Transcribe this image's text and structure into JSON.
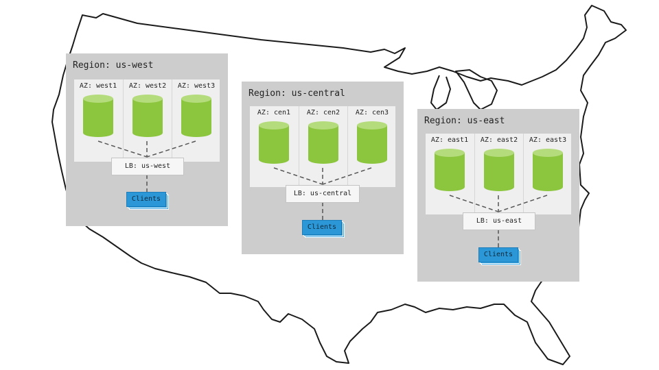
{
  "regions": [
    {
      "title": "Region: us-west",
      "azs": [
        "AZ: west1",
        "AZ: west2",
        "AZ: west3"
      ],
      "lb": "LB: us-west",
      "clients": "Clients"
    },
    {
      "title": "Region: us-central",
      "azs": [
        "AZ: cen1",
        "AZ: cen2",
        "AZ: cen3"
      ],
      "lb": "LB: us-central",
      "clients": "Clients"
    },
    {
      "title": "Region: us-east",
      "azs": [
        "AZ: east1",
        "AZ: east2",
        "AZ: east3"
      ],
      "lb": "LB: us-east",
      "clients": "Clients"
    }
  ],
  "colors": {
    "region_background": "#cdcdcd",
    "az_panel_background": "#efefef",
    "database": "#8cc63f",
    "database_top": "#b5dc7c",
    "clients": "#2b97d6",
    "connector": "#555555",
    "map_outline": "#1a1a1a"
  },
  "icons": {
    "database": "cylinder-database-icon",
    "clients": "stacked-documents-icon"
  }
}
